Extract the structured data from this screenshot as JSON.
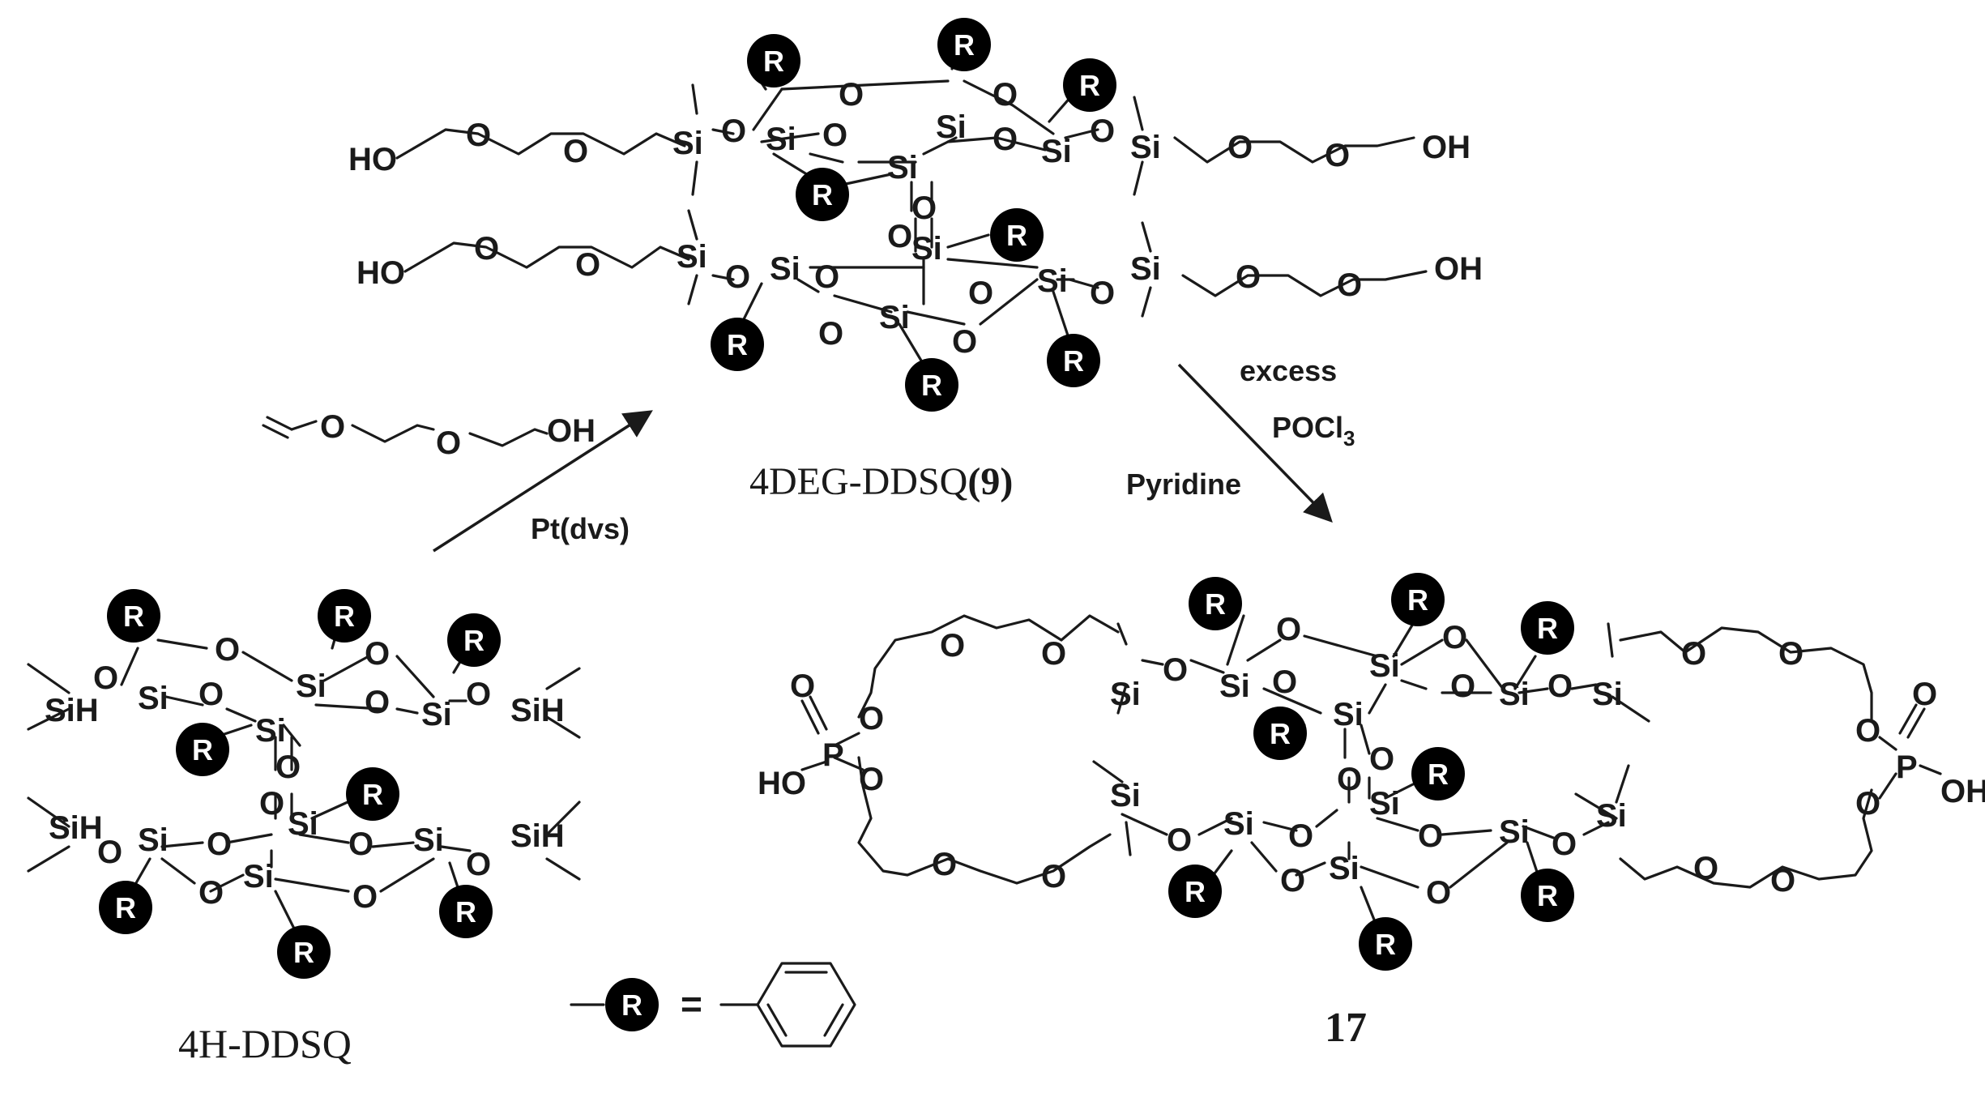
{
  "molecules": {
    "start": {
      "name": "4H-DDSQ"
    },
    "intermediate": {
      "name": "4DEG-DDSQ",
      "number": "(9)"
    },
    "product": {
      "label": "17"
    }
  },
  "reaction_step_1": {
    "reagent": {
      "label_vinyl_o": "O",
      "label_o2": "O",
      "label_oh": "OH"
    },
    "catalyst": "Pt(dvs)"
  },
  "reaction_step_2": {
    "reagent_line1": "excess",
    "reagent_line2": "POCl",
    "reagent_subscript": "3",
    "base": "Pyridine"
  },
  "legend": {
    "symbol": "R",
    "equals": "="
  },
  "atom_labels": {
    "si": "Si",
    "o": "O",
    "sih": "SiH",
    "ho": "HO",
    "oh": "OH",
    "p": "P",
    "r": "R"
  },
  "colors": {
    "ink": "#1a1a1a",
    "background": "#ffffff",
    "r_circle": "#000000"
  }
}
